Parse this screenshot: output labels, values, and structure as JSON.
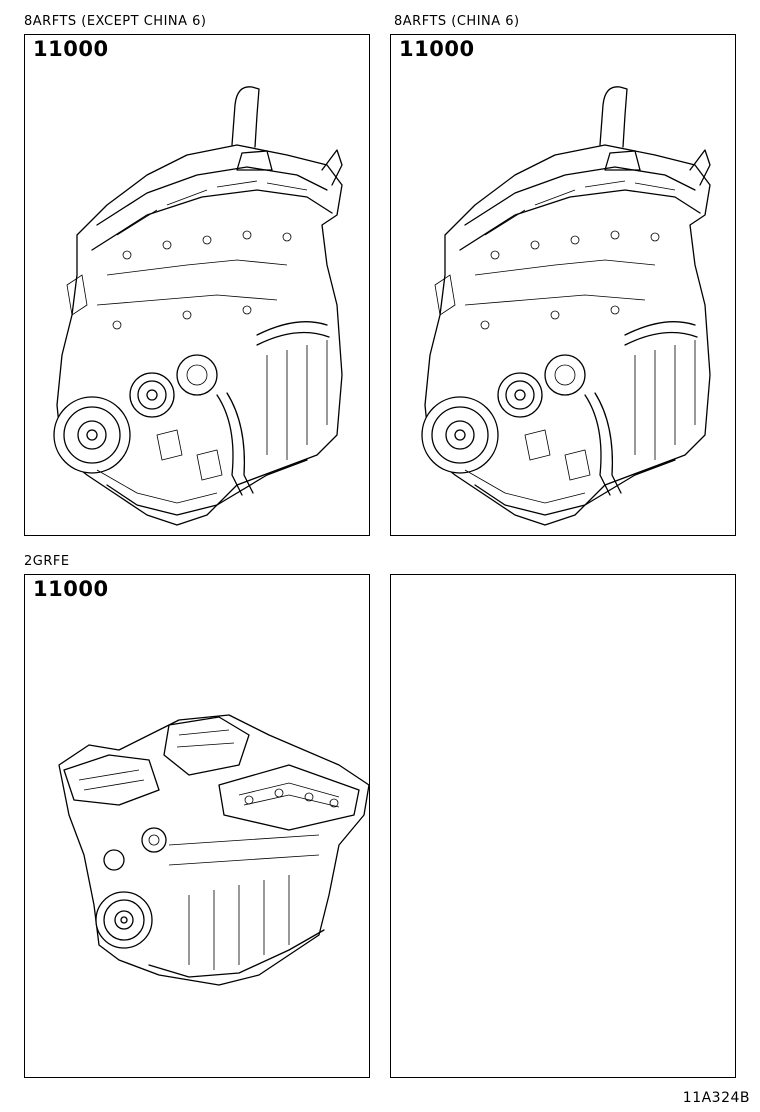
{
  "panels": [
    {
      "caption": "8ARFTS (EXCEPT CHINA 6)",
      "part_number": "11000",
      "image": "engine-4cyl"
    },
    {
      "caption": "8ARFTS (CHINA 6)",
      "part_number": "11000",
      "image": "engine-4cyl"
    },
    {
      "caption": "2GRFE",
      "part_number": "11000",
      "image": "engine-v6"
    },
    {
      "caption": "",
      "part_number": "",
      "image": ""
    }
  ],
  "illustration_code": "11A324B"
}
